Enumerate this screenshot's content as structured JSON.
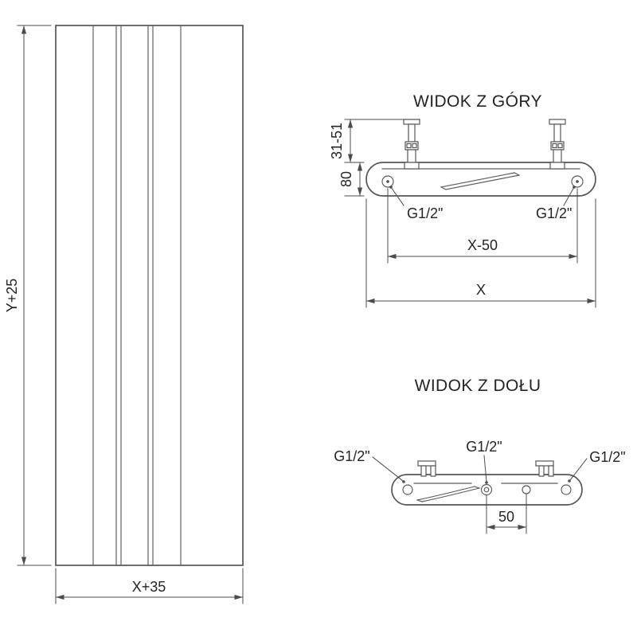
{
  "page": {
    "background": "#ffffff",
    "line_color": "#565656",
    "text_color": "#242424"
  },
  "drawing": {
    "front_view": {
      "height_label": "Y+25",
      "width_label": "X+35"
    },
    "top_view": {
      "title": "WIDOK Z GÓRY",
      "wall_distance_label": "31-51",
      "depth_label": "80",
      "connection_left_label": "G1/2\"",
      "connection_right_label": "G1/2\"",
      "connection_spacing_label": "X-50",
      "total_width_label": "X"
    },
    "bottom_view": {
      "title": "WIDOK Z DOŁU",
      "connection_left_label": "G1/2\"",
      "connection_middle_label": "G1/2\"",
      "connection_right_label": "G1/2\"",
      "center_offset_label": "50"
    }
  }
}
